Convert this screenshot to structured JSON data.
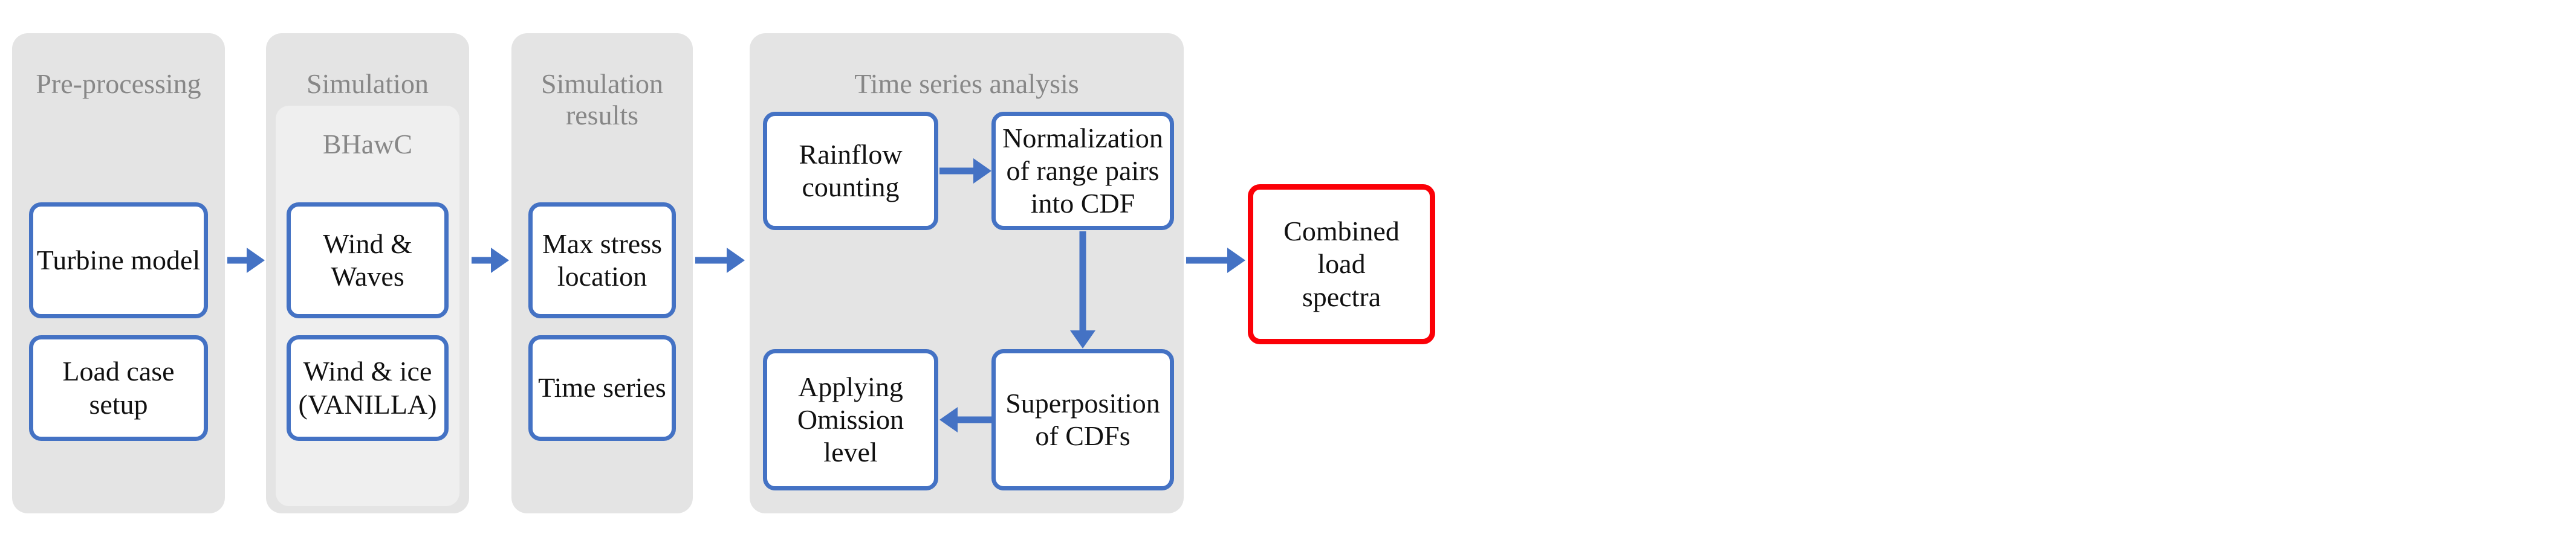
{
  "diagram": {
    "title_color": "#878787",
    "accent_color": "#4472c4",
    "highlight_color": "#fb0007",
    "group_fill": "#e4e4e4",
    "inner_group_fill": "#efefef",
    "node_fill": "#ffffff"
  },
  "groups": {
    "preprocessing": {
      "label": "Pre-processing"
    },
    "simulation": {
      "label": "Simulation"
    },
    "bhawc": {
      "label": "BHawC"
    },
    "simulation_results": {
      "label": "Simulation\nresults"
    },
    "time_series_analysis": {
      "label": "Time series analysis"
    }
  },
  "nodes": {
    "turbine_model": {
      "label": "Turbine model"
    },
    "load_case_setup": {
      "label": "Load case\nsetup"
    },
    "wind_waves": {
      "label": "Wind &\nWaves"
    },
    "wind_ice": {
      "label": "Wind & ice\n(VANILLA)"
    },
    "max_stress_location": {
      "label": "Max stress\nlocation"
    },
    "time_series": {
      "label": "Time series"
    },
    "rainflow_counting": {
      "label": "Rainflow\ncounting"
    },
    "normalization_cdf": {
      "label": "Normalization\nof range pairs\ninto CDF"
    },
    "superposition_cdfs": {
      "label": "Superposition\nof CDFs"
    },
    "applying_omission_level": {
      "label": "Applying\nOmission level"
    },
    "combined_load_spectra": {
      "label": "Combined\nload\nspectra"
    }
  },
  "flow": {
    "edges": [
      {
        "name": "preprocessing-to-simulation",
        "direction": "right"
      },
      {
        "name": "simulation-to-results",
        "direction": "right"
      },
      {
        "name": "results-to-analysis",
        "direction": "right"
      },
      {
        "name": "rainflow-to-normalization",
        "direction": "right"
      },
      {
        "name": "normalization-to-superposition",
        "direction": "down"
      },
      {
        "name": "superposition-to-omission",
        "direction": "left"
      },
      {
        "name": "analysis-to-combined",
        "direction": "right"
      }
    ]
  }
}
